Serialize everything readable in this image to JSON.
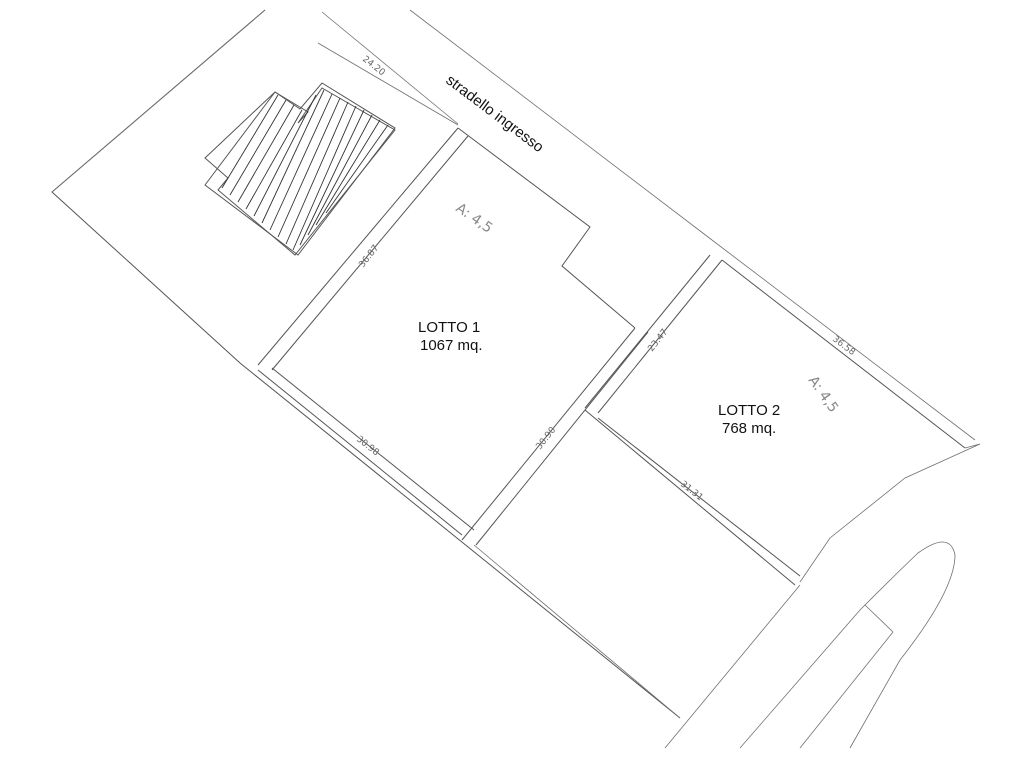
{
  "road": {
    "label": "stradello ingresso"
  },
  "lots": [
    {
      "name": "LOTTO 1",
      "area": "1067 mq."
    },
    {
      "name": "LOTTO 2",
      "area": "768 mq."
    }
  ],
  "zone_marks": [
    "A: 4,5",
    "A: 4,5"
  ],
  "dimensions": {
    "top_edge": "24.20",
    "lot1_left": "36.87",
    "lot1_bottom": "30.98",
    "lot1_right": "30.90",
    "lot2_left": "23.47",
    "lot2_top": "36.58",
    "lot2_bottom": "31.31"
  },
  "colors": {
    "line": "#707070",
    "hatch": "#333333",
    "text": "#111111"
  }
}
